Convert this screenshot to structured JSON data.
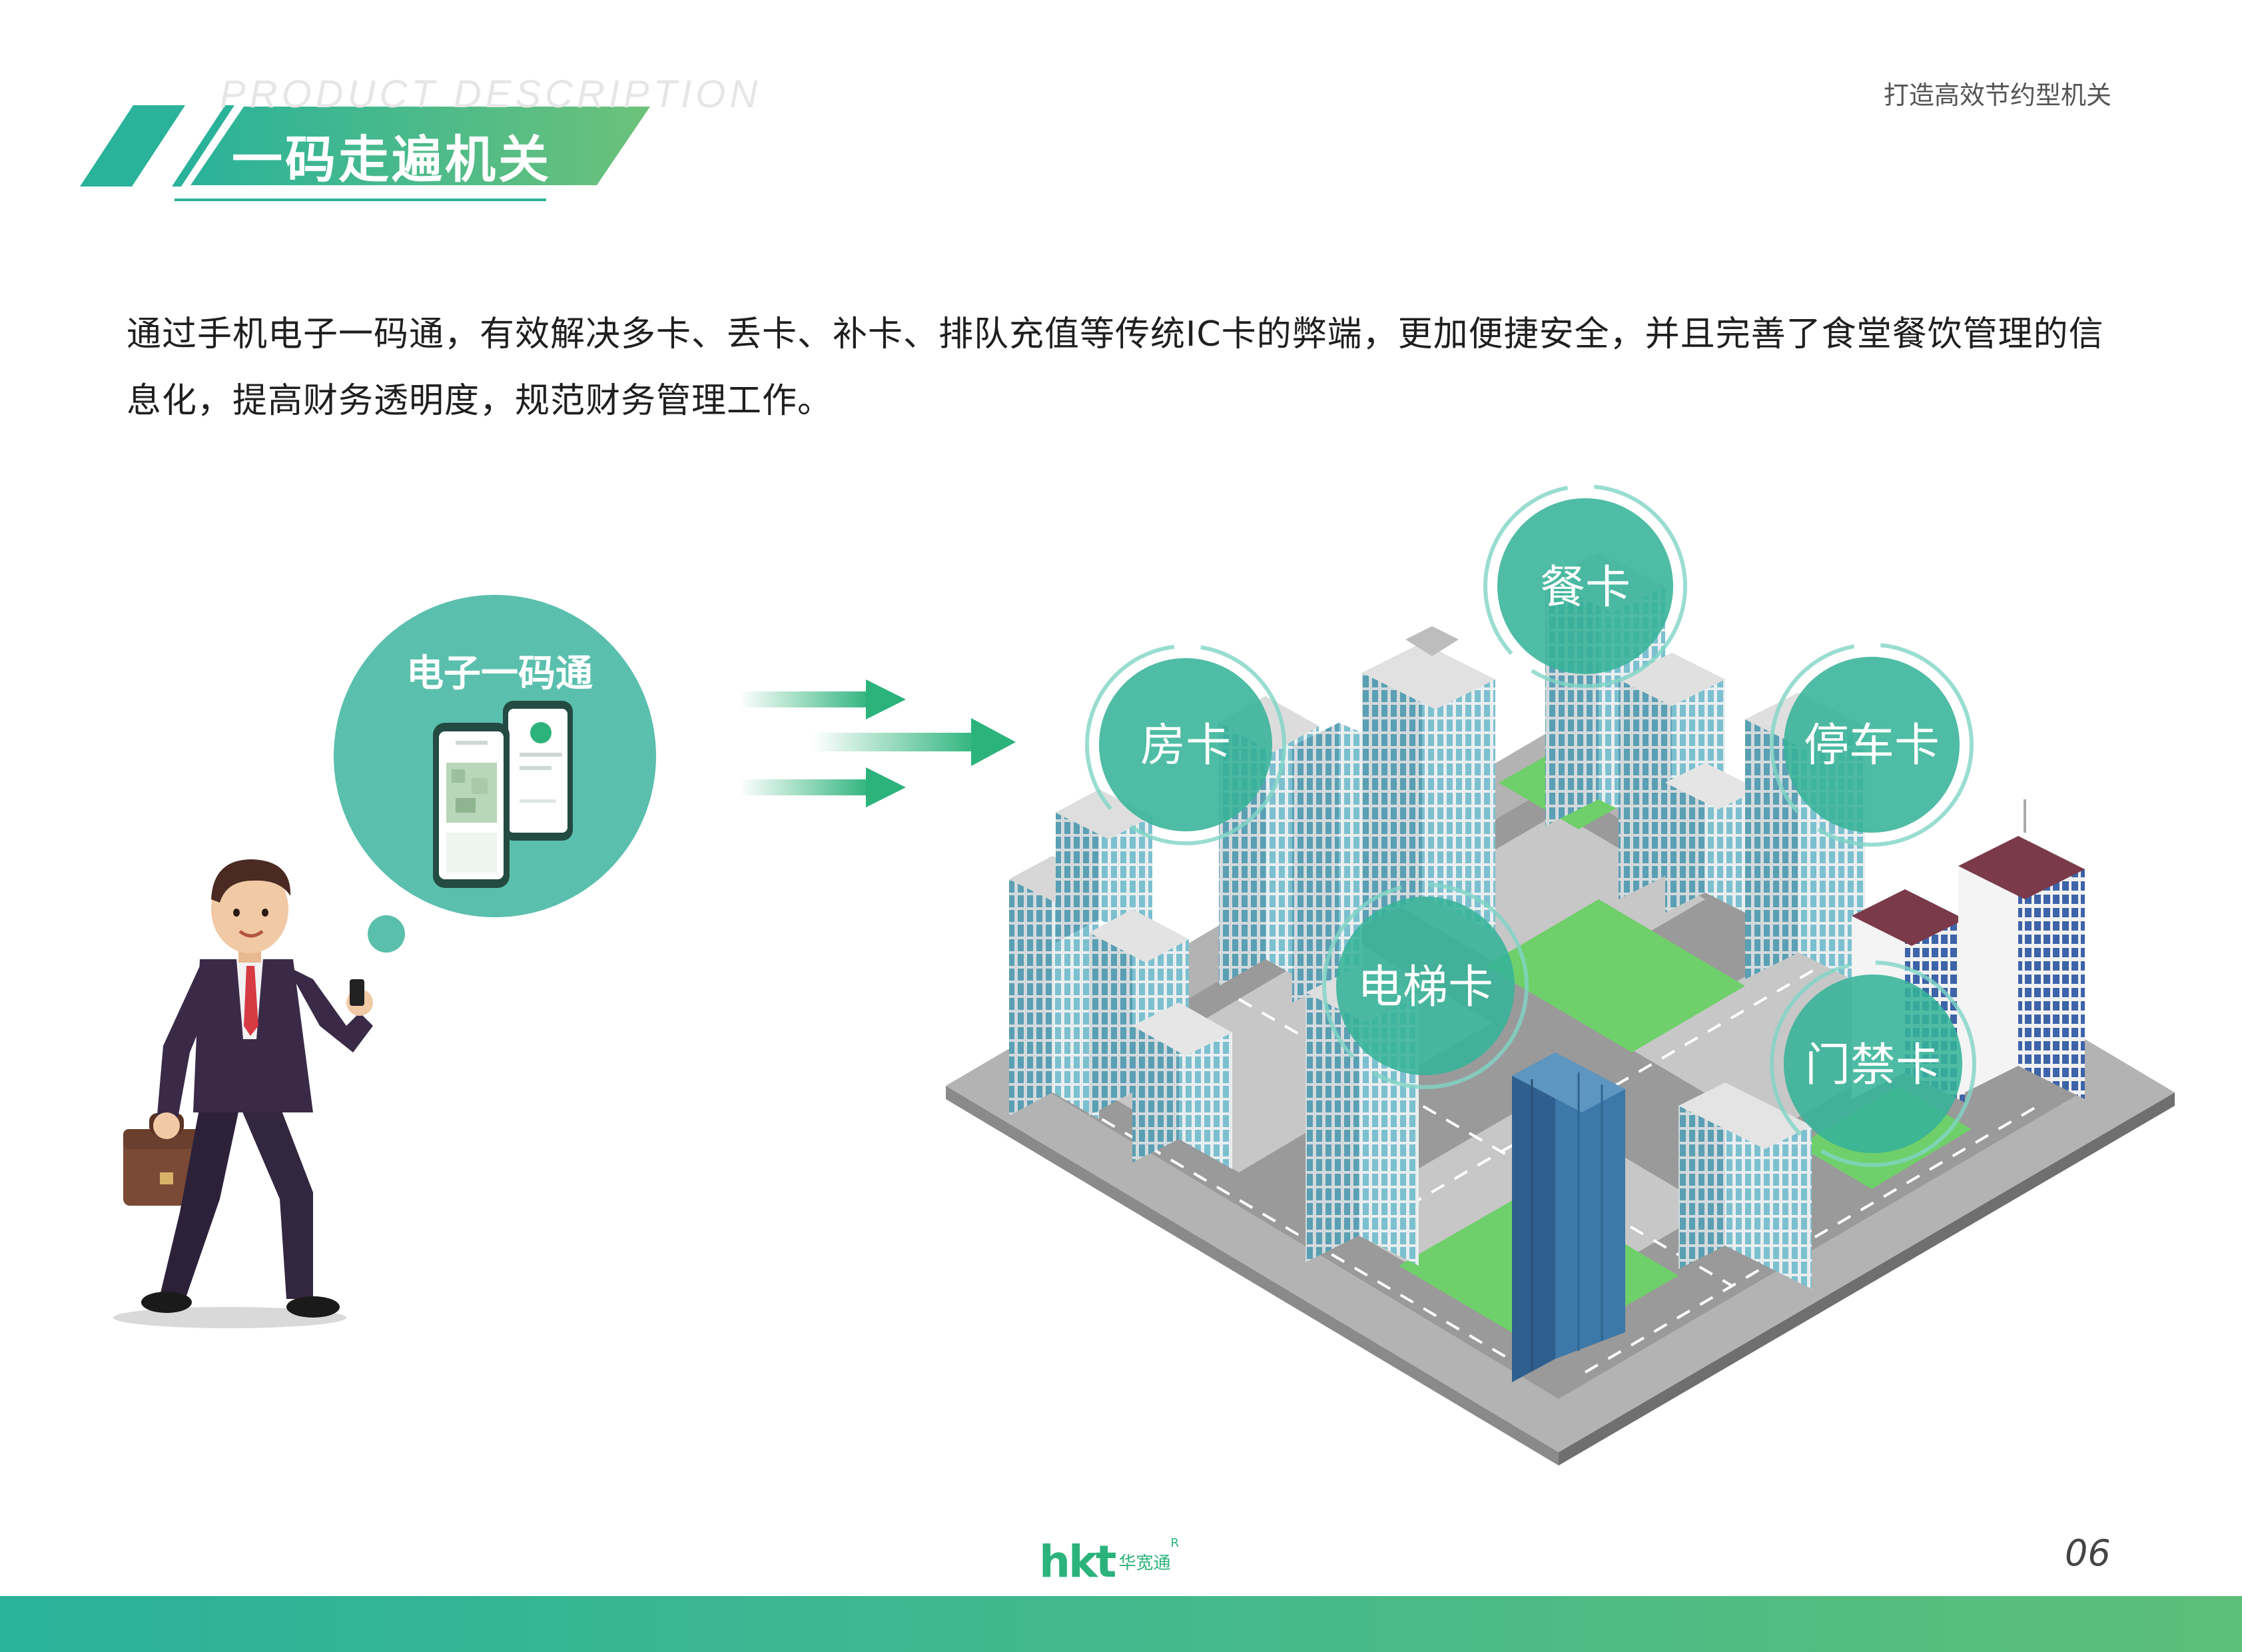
{
  "header": {
    "watermark": "PRODUCT DESCRIPTION",
    "section_title": "一码走遍机关",
    "slogan": "打造高效节约型机关"
  },
  "description": "通过手机电子一码通，有效解决多卡、丢卡、补卡、排队充值等传统IC卡的弊端，更加便捷安全，并且完善了食堂餐饮管理的信息化，提高财务透明度，规范财务管理工作。",
  "bubble": {
    "label": "电子一码通"
  },
  "cards": {
    "canteen": "餐卡",
    "room": "房卡",
    "parking": "停车卡",
    "elevator": "电梯卡",
    "access": "门禁卡"
  },
  "footer": {
    "logo_mark": "hkt",
    "logo_cn": "华宽通",
    "logo_r": "R",
    "page_number": "06"
  },
  "colors": {
    "primary": "#2bb37b",
    "teal": "#5bbfae",
    "dark_teal": "#1f9a8a",
    "suit": "#3a2a48",
    "road": "#9a9a9a",
    "grass": "#6fcf6a",
    "glass": "#8fc9d8"
  }
}
